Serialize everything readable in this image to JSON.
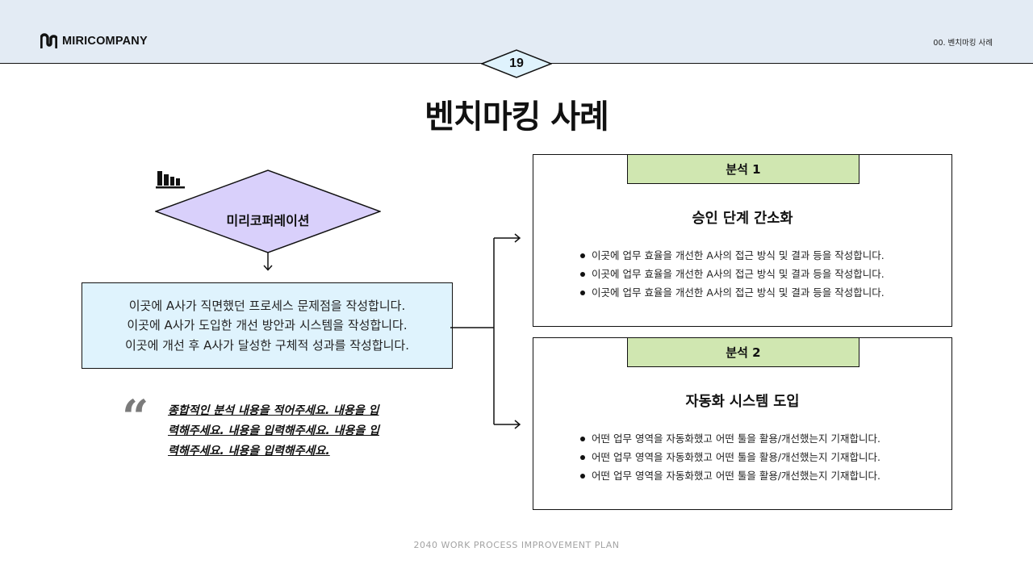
{
  "header": {
    "brand": "MIRICOMPANY",
    "section_label": "00. 벤치마킹 사례",
    "page_number": "19"
  },
  "title": "벤치마킹 사례",
  "company": {
    "name": "미리코퍼레이션"
  },
  "problem_box": {
    "lines": [
      "이곳에 A사가 직면했던 프로세스 문제점을 작성합니다.",
      "이곳에 A사가 도입한 개선 방안과 시스템을 작성합니다.",
      "이곳에 개선 후 A사가 달성한 구체적 성과를 작성합니다."
    ]
  },
  "quote": {
    "mark": "“",
    "text": "종합적인 분석 내용을 적어주세요. 내용을 입력해주세요. 내용을 입력해주세요. 내용을 입력해주세요. 내용을 입력해주세요."
  },
  "analysis_cards": [
    {
      "tag": "분석 1",
      "title": "승인 단계 간소화",
      "bullets": [
        "이곳에 업무 효율을 개선한 A사의 접근 방식 및 결과 등을 작성합니다.",
        "이곳에 업무 효율을 개선한 A사의 접근 방식 및 결과 등을 작성합니다.",
        "이곳에 업무 효율을 개선한 A사의 접근 방식 및 결과 등을 작성합니다."
      ]
    },
    {
      "tag": "분석 2",
      "title": "자동화 시스템 도입",
      "bullets": [
        "어떤 업무 영역을 자동화했고 어떤 툴을 활용/개선했는지 기재합니다.",
        "어떤 업무 영역을 자동화했고 어떤 툴을 활용/개선했는지 기재합니다.",
        "어떤 업무 영역을 자동화했고 어떤 툴을 활용/개선했는지 기재합니다."
      ]
    }
  ],
  "footer": "2040 WORK PROCESS IMPROVEMENT PLAN",
  "icons": {
    "logo": "miricompany-logo-icon",
    "company": "building-icon",
    "quote": "quote-icon"
  },
  "colors": {
    "header_band": "#e3ebf4",
    "page_badge": "#dff3fd",
    "company_diamond": "#d9d0fb",
    "problem_box": "#dff3fd",
    "card_tag": "#d0e7b1",
    "quote_mark": "#7b7b7b",
    "footer_text": "#a3a3a3"
  }
}
